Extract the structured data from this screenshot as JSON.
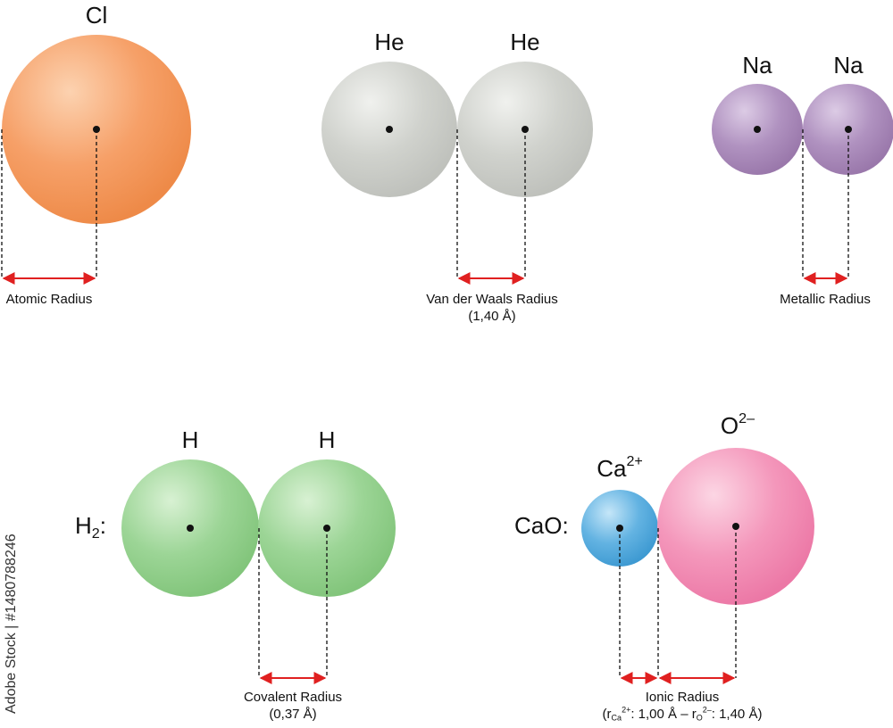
{
  "panels": {
    "atomic": {
      "element": "Cl",
      "caption": "Atomic Radius"
    },
    "vdw": {
      "elements": [
        "He",
        "He"
      ],
      "caption": "Van der Waals Radius",
      "value": "(1,40 Å)"
    },
    "metallic": {
      "elements": [
        "Na",
        "Na"
      ],
      "caption": "Metallic Radius"
    },
    "covalent": {
      "formula_symbol": "H",
      "formula_subscript": "2",
      "formula_suffix": ":",
      "elements": [
        "H",
        "H"
      ],
      "caption": "Covalent Radius",
      "value": "(0,37 Å)"
    },
    "ionic": {
      "formula": "CaO:",
      "cation_symbol": "Ca",
      "cation_charge": "2+",
      "anion_symbol": "O",
      "anion_charge": "2–",
      "caption": "Ionic Radius",
      "value_open": "(r",
      "value_sub1": "Ca",
      "value_sup1": "2+",
      "value_mid": ": 1,00 Å – r",
      "value_sub2": "O",
      "value_sup2": "2–",
      "value_end": ": 1,40 Å)"
    }
  },
  "watermark": "Adobe Stock | #1480788246",
  "colors": {
    "chlorine": "#f49a5d",
    "helium": "#c9cbc6",
    "sodium": "#a986b8",
    "hydrogen": "#8fd08a",
    "calcium": "#5aaedf",
    "oxygen": "#f28eb4",
    "arrow": "#e02020"
  }
}
